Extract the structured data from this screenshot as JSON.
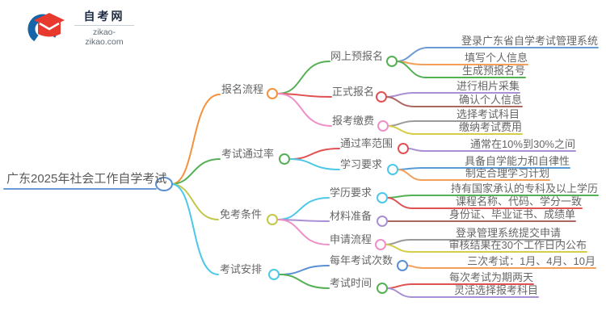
{
  "logo": {
    "title": "自考网",
    "domain": "zikao-zikao.com",
    "brand_blue": "#1565a8",
    "brand_red": "#e8392f"
  },
  "palette": {
    "blue": "#6b9bd4",
    "orange": "#f5913d",
    "green": "#55b055",
    "red": "#e05252",
    "pink": "#ef8fc7",
    "olive": "#c2c84d",
    "cyan": "#4cc8e8",
    "purple": "#a98fd4",
    "brown": "#ab6860",
    "gray": "#9a9a9a",
    "yellow": "#d4ce4a",
    "text": "#666666"
  },
  "root": {
    "label": "广东2025年社会工作自学考试"
  },
  "branches": [
    {
      "label": "报名流程",
      "children": [
        {
          "label": "网上预报名",
          "leaves": [
            "登录广东省自学考试管理系统",
            "填写个人信息",
            "生成预报名号"
          ]
        },
        {
          "label": "正式报名",
          "leaves": [
            "进行相片采集",
            "确认个人信息"
          ]
        },
        {
          "label": "报考缴费",
          "leaves": [
            "选择考试科目",
            "缴纳考试费用"
          ]
        }
      ]
    },
    {
      "label": "考试通过率",
      "children": [
        {
          "label": "通过率范围",
          "leaves": [
            "通常在10%到30%之间"
          ]
        },
        {
          "label": "学习要求",
          "leaves": [
            "具备自学能力和自律性",
            "制定合理学习计划"
          ]
        }
      ]
    },
    {
      "label": "免考条件",
      "children": [
        {
          "label": "学历要求",
          "leaves": [
            "持有国家承认的专科及以上学历",
            "课程名称、代码、学分一致"
          ]
        },
        {
          "label": "材料准备",
          "leaves": [
            "身份证、毕业证书、成绩单"
          ]
        },
        {
          "label": "申请流程",
          "leaves": [
            "登录管理系统提交申请",
            "审核结果在30个工作日内公布"
          ]
        }
      ]
    },
    {
      "label": "考试安排",
      "children": [
        {
          "label": "每年考试次数",
          "leaves": [
            "三次考试：1月、4月、10月"
          ]
        },
        {
          "label": "考试时间",
          "leaves": [
            "每次考试为期两天",
            "灵活选择报考科目"
          ]
        }
      ]
    }
  ]
}
